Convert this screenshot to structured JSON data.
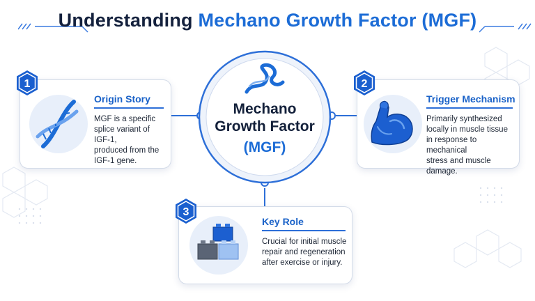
{
  "title": {
    "part1": "Understanding ",
    "part2": "Mechano Growth Factor (MGF)"
  },
  "center": {
    "line1": "Mechano",
    "line2": "Growth Factor",
    "line3": "(MGF)"
  },
  "cards": [
    {
      "number": "1",
      "title": "Origin Story",
      "lines": [
        "MGF is a specific",
        "splice variant of IGF-1,",
        "produced from the",
        "IGF-1 gene."
      ],
      "icon": "dna-helix-icon"
    },
    {
      "number": "2",
      "title": "Trigger Mechanism",
      "lines": [
        "Primarily synthesized",
        "locally in muscle tissue",
        "in response to mechanical",
        "stress and muscle damage."
      ],
      "icon": "flexed-arm-icon"
    },
    {
      "number": "3",
      "title": "Key Role",
      "lines": [
        "Crucial for initial muscle",
        "repair and regeneration",
        "after exercise or injury."
      ],
      "icon": "building-blocks-icon"
    }
  ],
  "colors": {
    "accent": "#1c6cd6",
    "dark": "#14213d",
    "badge": "#1a5fcf"
  }
}
